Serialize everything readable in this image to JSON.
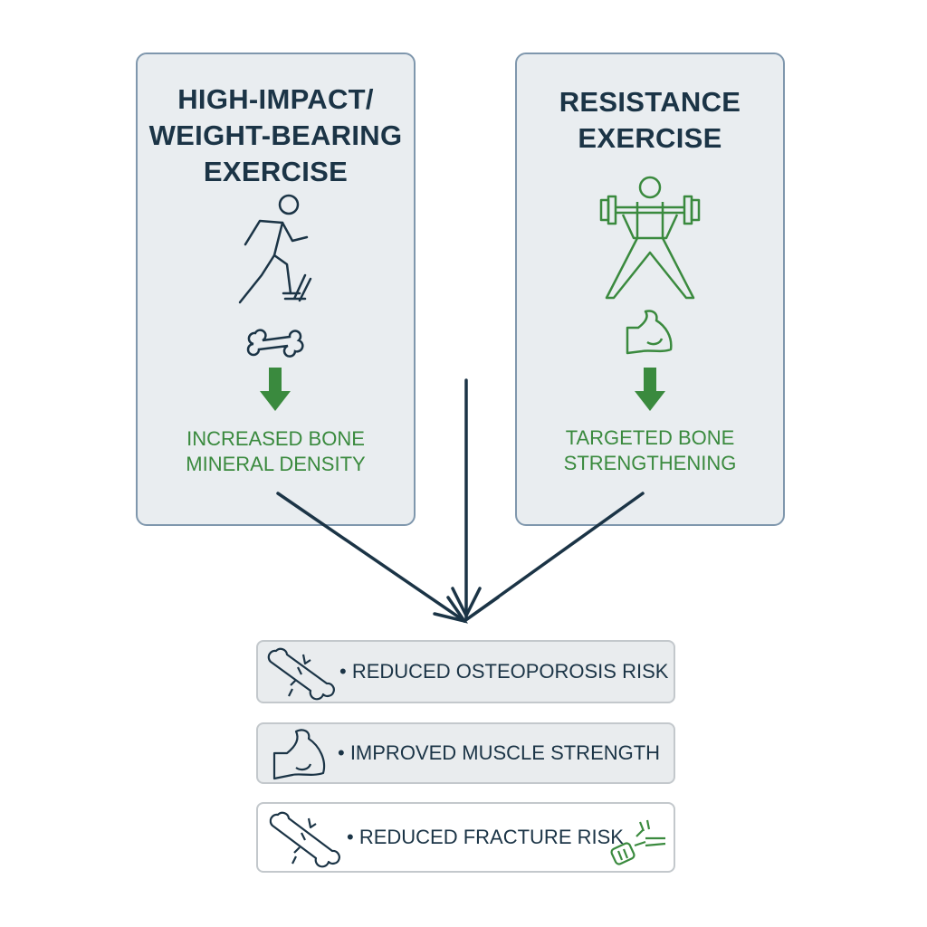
{
  "left_panel": {
    "title_lines": [
      "HIGH-IMPACT/",
      "WEIGHT-BEARING",
      "EXERCISE"
    ],
    "outcome_lines": [
      "INCREASED BONE",
      "MINERAL DENSITY"
    ]
  },
  "right_panel": {
    "title_lines": [
      "RESISTANCE",
      "EXERCISE"
    ],
    "outcome_lines": [
      "TARGETED BONE",
      "STRENGTHENING"
    ]
  },
  "results": [
    {
      "label": "• REDUCED OSTEOPOROSIS RISK",
      "icon": "cracked-bone-icon"
    },
    {
      "label": "• IMPROVED MUSCLE STRENGTH",
      "icon": "flexed-arm-icon"
    },
    {
      "label": "• REDUCED FRACTURE RISK",
      "icon": "cracked-bone-icon"
    }
  ],
  "colors": {
    "navy": "#1b3446",
    "green": "#3a8a3e",
    "panel": "#e9edf0",
    "border": "#7f97ad"
  }
}
